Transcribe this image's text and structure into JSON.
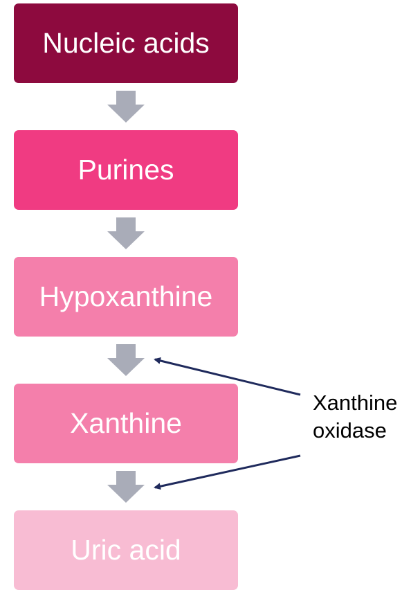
{
  "steps": [
    {
      "label": "Nucleic acids",
      "color": "#8d0a3e"
    },
    {
      "label": "Purines",
      "color": "#f03b82"
    },
    {
      "label": "Hypoxanthine",
      "color": "#f47fab"
    },
    {
      "label": "Xanthine",
      "color": "#f47fab"
    },
    {
      "label": "Uric acid",
      "color": "#f8bcd3"
    }
  ],
  "arrow_color": "#a9acb8",
  "pointer_color": "#1f2a5c",
  "enzyme": {
    "line1": "Xanthine",
    "line2": "oxidase"
  }
}
